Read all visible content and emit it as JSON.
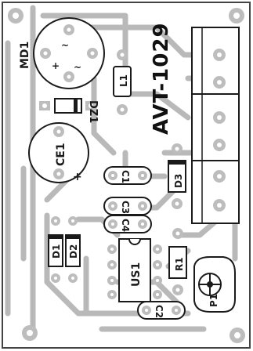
{
  "board": {
    "title": "AVT-1029",
    "colors": {
      "copper": "#b8b8b8",
      "silk": "#1a1a1a",
      "pad": "#ffffff",
      "background": "#ffffff"
    },
    "components": {
      "md1": "MD1",
      "dz1": "DZ1",
      "l1": "L1",
      "ce1": "CE1",
      "c1": "C1",
      "c3": "C3",
      "c4": "C4",
      "d3": "D3",
      "d1": "D1",
      "d2": "D2",
      "us1": "US1",
      "r1": "R1",
      "p1": "P1",
      "c2": "C2"
    }
  }
}
